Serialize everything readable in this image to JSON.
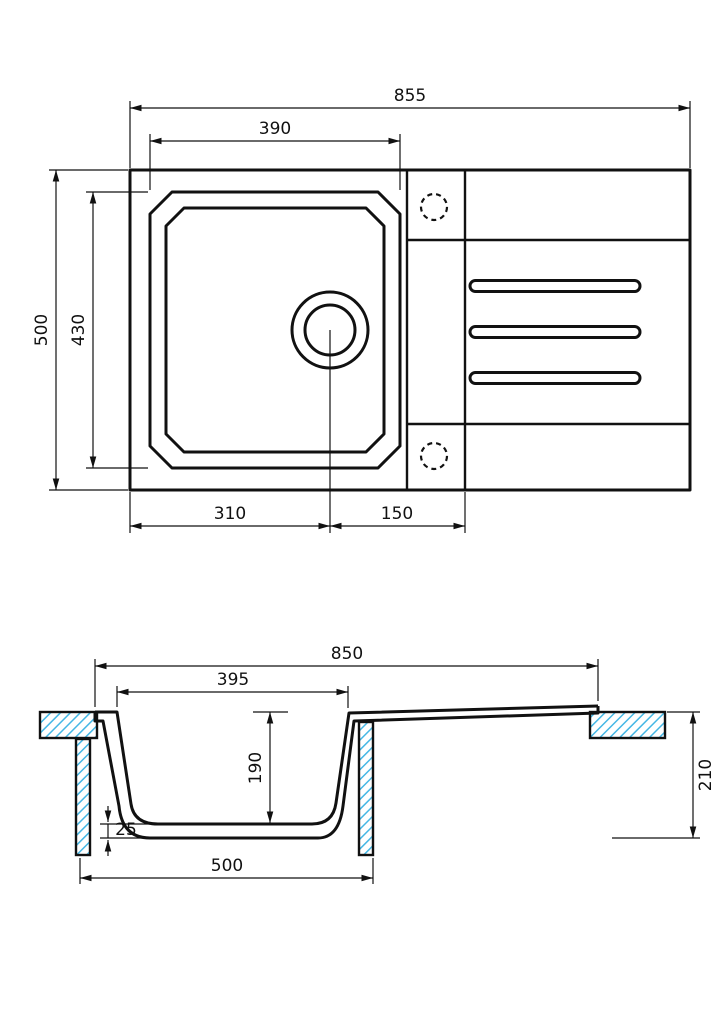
{
  "colors": {
    "line": "#111111",
    "hatch": "#45b7e5"
  },
  "top_view": {
    "overall_width": "855",
    "bowl_width": "390",
    "overall_depth": "500",
    "bowl_depth": "430",
    "drain_from_left": "310",
    "drain_to_divider": "150"
  },
  "section_view": {
    "overall_width": "850",
    "bowl_top_width": "395",
    "bowl_depth": "190",
    "base_thickness": "25",
    "bowl_outer_width": "500",
    "overall_height": "210"
  }
}
